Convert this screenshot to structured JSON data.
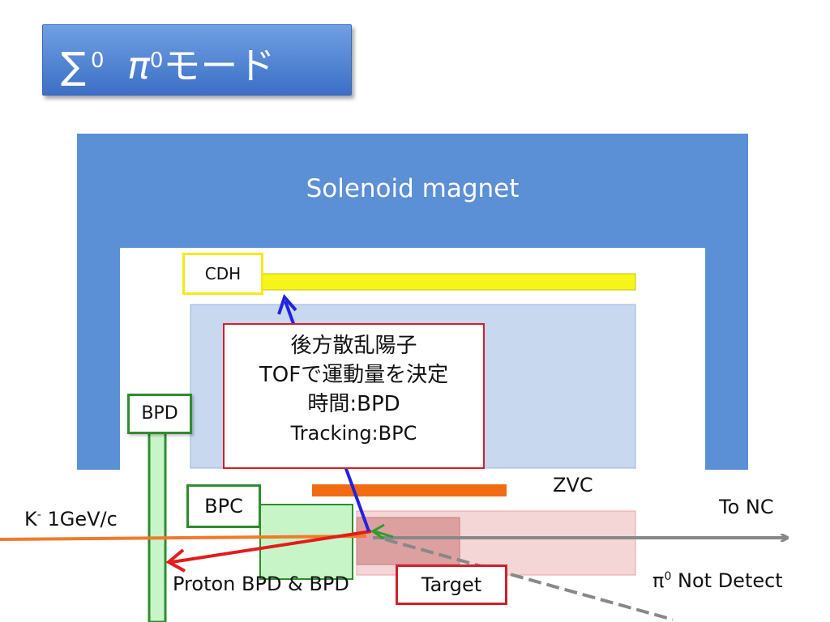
{
  "title": {
    "sigma": "∑",
    "sup1": "0",
    "pi": "π",
    "sup2": "0",
    "suffix": "モード"
  },
  "labels": {
    "solenoid_magnet": "Solenoid magnet",
    "cdh": "CDH",
    "bpd": "BPD",
    "bpc": "BPC",
    "zvc": "ZVC",
    "to_nc": "To NC",
    "target": "Target",
    "beam_k": "K",
    "beam_k_sup": "-",
    "beam_energy": "1GeV/c",
    "proton_bpd_bpd": "Proton BPD & BPD",
    "pi0": "π",
    "pi0_sup": "0",
    "pi0_not_detect": "Not Detect"
  },
  "callout": {
    "lines": [
      "後方散乱陽子",
      "TOFで運動量を決定",
      "時間:BPD",
      "Tracking:BPC"
    ]
  },
  "colors": {
    "magnet": "#5b8fd6",
    "cdh_bar": "#f5f51a",
    "cdc": "#c8d8ef",
    "zvc": "#f26b12",
    "bpc": "#c8f5c8",
    "target_region": "#f4d6d6",
    "beam": "#f07a2a",
    "proton_track": "#e41b1b",
    "back_track": "#2222e0",
    "forward_track": "#888888"
  }
}
